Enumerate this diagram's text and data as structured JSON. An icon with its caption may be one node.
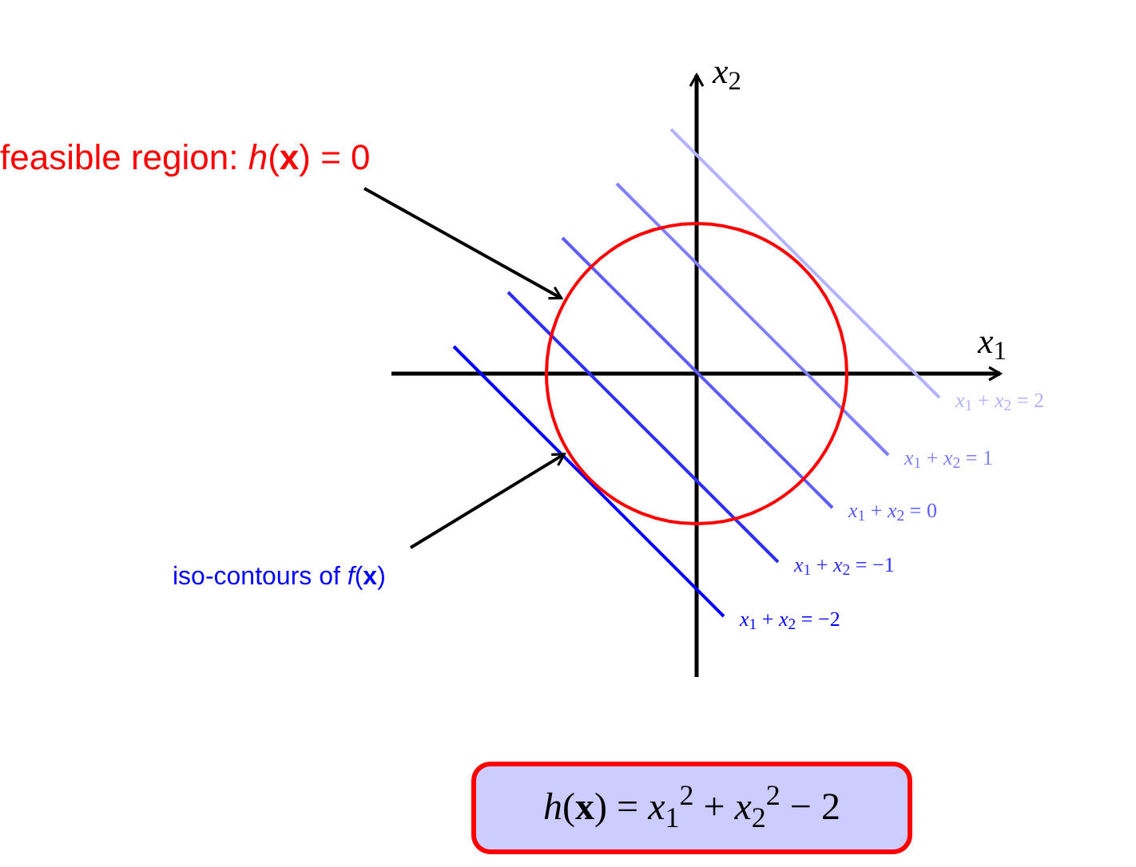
{
  "diagram": {
    "nodes": [
      {
        "text": [
          "feasible region: *h*(**x**) = 0"
        ]
      },
      {
        "text": [],
        "shape": "circle"
      },
      {
        "text": [
          "iso-contours of *f*(**x**)"
        ]
      },
      {
        "text": [
          "*h*(**x**) = *x*$_{1}$$^{2}$ + *x*$_{2}$$^{2}$ − 2"
        ]
      }
    ],
    "edges": [
      {
        "from": 0,
        "to": 1,
        "arrow": "to"
      },
      {
        "from": 2,
        "to": 1,
        "arrow": "to"
      }
    ],
    "labels": [
      "*x*$_{2}$",
      "*x*$_{1}$",
      "*x*$_{1}$ + *x*$_{2}$ = 2",
      "*x*$_{1}$ + *x*$_{2}$ = 1",
      "*x*$_{1}$ + *x*$_{2}$ = 0",
      "*x*$_{1}$ + *x*$_{2}$ = −1",
      "*x*$_{1}$ + *x*$_{2}$ = −2"
    ]
  }
}
